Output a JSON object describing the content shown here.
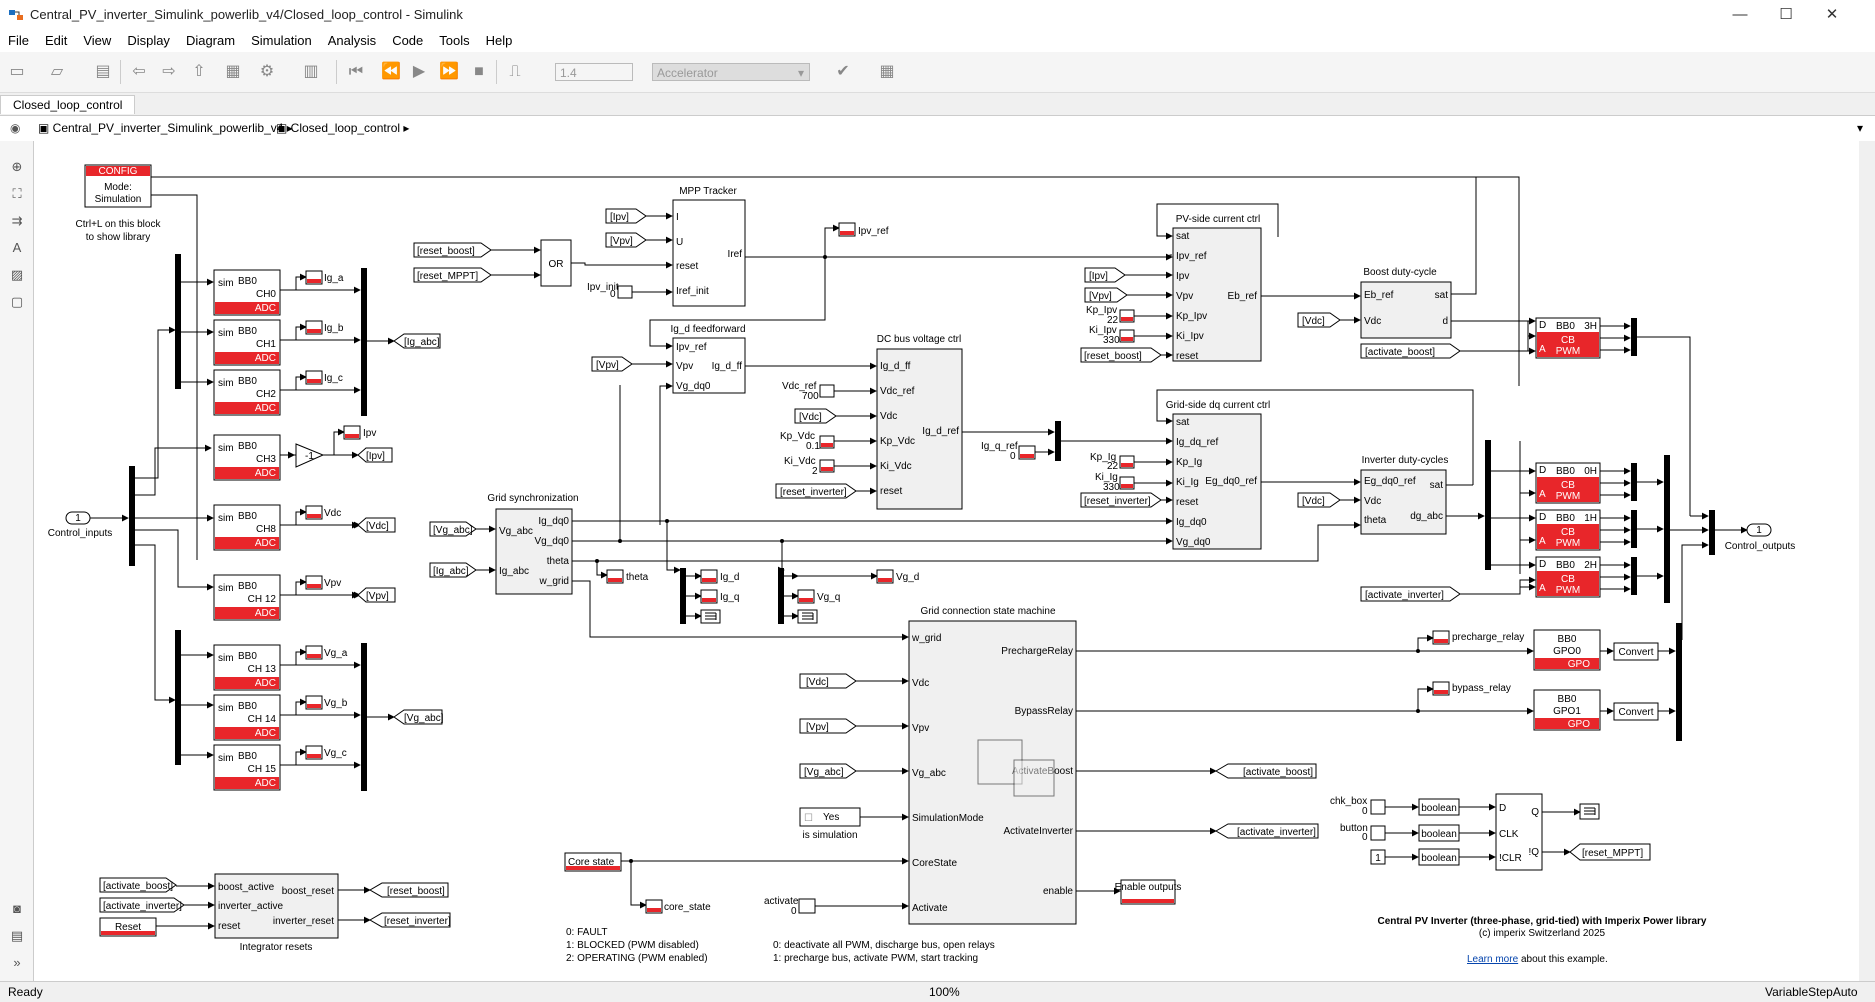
{
  "window": {
    "title": "Central_PV_inverter_Simulink_powerlib_v4/Closed_loop_control - Simulink",
    "controls": [
      "—",
      "☐",
      "✕"
    ]
  },
  "menu": [
    "File",
    "Edit",
    "View",
    "Display",
    "Diagram",
    "Simulation",
    "Analysis",
    "Code",
    "Tools",
    "Help"
  ],
  "toolbar": {
    "stop_time": "1.4",
    "sim_mode": "Accelerator"
  },
  "tab": {
    "label": "Closed_loop_control"
  },
  "breadcrumb": {
    "root": "Central_PV_inverter_Simulink_powerlib_v4",
    "child": "Closed_loop_control"
  },
  "status": {
    "left": "Ready",
    "zoom": "100%",
    "solver": "VariableStepAuto"
  },
  "diagram": {
    "config": {
      "header": "CONFIG",
      "line1": "Mode:",
      "line2": "Simulation",
      "note1": "Ctrl+L on this block",
      "note2": "to show library"
    },
    "inport": {
      "num": "1",
      "name": "Control_inputs"
    },
    "outport": {
      "num": "1",
      "name": "Control_outputs"
    },
    "adc_blocks": [
      {
        "l1": "BB0",
        "l2": "CH0",
        "sim": "sim",
        "foot": "ADC",
        "out": "Ig_a"
      },
      {
        "l1": "BB0",
        "l2": "CH1",
        "sim": "sim",
        "foot": "ADC",
        "out": "Ig_b"
      },
      {
        "l1": "BB0",
        "l2": "CH2",
        "sim": "sim",
        "foot": "ADC",
        "out": "Ig_c"
      },
      {
        "l1": "BB0",
        "l2": "CH3",
        "sim": "sim",
        "foot": "ADC",
        "out": "Ipv"
      },
      {
        "l1": "BB0",
        "l2": "CH8",
        "sim": "sim",
        "foot": "ADC",
        "out": "Vdc"
      },
      {
        "l1": "BB0",
        "l2": "CH 12",
        "sim": "sim",
        "foot": "ADC",
        "out": "Vpv"
      },
      {
        "l1": "BB0",
        "l2": "CH 13",
        "sim": "sim",
        "foot": "ADC",
        "out": "Vg_a"
      },
      {
        "l1": "BB0",
        "l2": "CH 14",
        "sim": "sim",
        "foot": "ADC",
        "out": "Vg_b"
      },
      {
        "l1": "BB0",
        "l2": "CH 15",
        "sim": "sim",
        "foot": "ADC",
        "out": "Vg_c"
      }
    ],
    "gain": "-1",
    "goto": {
      "ig_abc": "[Ig_abc]",
      "ipv": "[Ipv]",
      "vdc": "[Vdc]",
      "vpv": "[Vpv]",
      "vg_abc": "[Vg_abc]"
    },
    "mpp": {
      "title": "MPP Tracker",
      "inputs": [
        "I",
        "U",
        "reset",
        "Iref_init"
      ],
      "output": "Iref",
      "from_ipv": "[Ipv]",
      "from_vpv": "[Vpv]",
      "reset_boost": "[reset_boost]",
      "reset_mppt": "[reset_MPPT]",
      "or_label": "OR",
      "ipv_init": "Ipv_init",
      "ipv_init_val": "0",
      "ipv_ref": "Ipv_ref"
    },
    "igd_ff": {
      "title": "Ig_d feedforward",
      "inputs": [
        "Ipv_ref",
        "Vpv",
        "Vg_dq0"
      ],
      "output": "Ig_d_ff",
      "from_vpv": "[Vpv]"
    },
    "dcbus": {
      "title": "DC bus voltage ctrl",
      "inputs": [
        "Ig_d_ff",
        "Vdc_ref",
        "Vdc",
        "Kp_Vdc",
        "Ki_Vdc",
        "reset"
      ],
      "output": "Ig_d_ref",
      "vdc_ref": "Vdc_ref",
      "vdc_ref_val": "700",
      "from_vdc": "[Vdc]",
      "kp": "Kp_Vdc",
      "kp_val": "0.1",
      "ki": "Ki_Vdc",
      "ki_val": "2",
      "reset_inv": "[reset_inverter]"
    },
    "pvctrl": {
      "title": "PV-side current ctrl",
      "inputs": [
        "sat",
        "Ipv_ref",
        "Ipv",
        "Vpv",
        "Kp_Ipv",
        "Ki_Ipv",
        "reset"
      ],
      "output": "Eb_ref",
      "from_ipv": "[Ipv]",
      "from_vpv": "[Vpv]",
      "kp": "Kp_Ipv",
      "kp_val": "22",
      "ki": "Ki_Ipv",
      "ki_val": "330",
      "reset_boost": "[reset_boost]"
    },
    "boostdc": {
      "title": "Boost duty-cycle",
      "inputs": [
        "Eb_ref",
        "Vdc"
      ],
      "outputs": [
        "sat",
        "d"
      ],
      "from_vdc": "[Vdc]",
      "activate_boost": "[activate_boost]"
    },
    "gridctrl": {
      "title": "Grid-side dq current ctrl",
      "inputs": [
        "sat",
        "Ig_dq_ref",
        "Kp_Ig",
        "Ki_Ig",
        "reset",
        "Ig_dq0",
        "Vg_dq0"
      ],
      "output": "Eg_dq0_ref",
      "igq_ref": "Ig_q_ref",
      "igq_ref_val": "0",
      "kp": "Kp_Ig",
      "kp_val": "22",
      "ki": "Ki_Ig",
      "ki_val": "330",
      "reset_inv": "[reset_inverter]"
    },
    "invdc": {
      "title": "Inverter duty-cycles",
      "inputs": [
        "Eg_dq0_ref",
        "Vdc",
        "theta"
      ],
      "outputs": [
        "sat",
        "dg_abc"
      ],
      "from_vdc": "[Vdc]",
      "activate_inverter": "[activate_inverter]"
    },
    "gridsync": {
      "title": "Grid synchronization",
      "inputs": [
        "Vg_abc",
        "Ig_abc"
      ],
      "outputs": [
        "Ig_dq0",
        "Vg_dq0",
        "theta",
        "w_grid"
      ],
      "from_vg": "[Vg_abc]",
      "from_ig": "[Ig_abc]",
      "theta": "theta"
    },
    "scopes": {
      "ig_d": "Ig_d",
      "ig_q": "Ig_q",
      "vg_q": "Vg_q",
      "vg_d": "Vg_d"
    },
    "pwm_blocks": [
      {
        "l1": "BB0",
        "l2": "3H",
        "foot1": "CB",
        "foot2": "PWM"
      },
      {
        "l1": "BB0",
        "l2": "0H",
        "foot1": "CB",
        "foot2": "PWM"
      },
      {
        "l1": "BB0",
        "l2": "1H",
        "foot1": "CB",
        "foot2": "PWM"
      },
      {
        "l1": "BB0",
        "l2": "2H",
        "foot1": "CB",
        "foot2": "PWM"
      }
    ],
    "pwm_ports": [
      "D",
      "",
      "A"
    ],
    "sm": {
      "title": "Grid connection state machine",
      "inputs": [
        "w_grid",
        "Vdc",
        "Vpv",
        "Vg_abc",
        "SimulationMode",
        "CoreState",
        "Activate"
      ],
      "outputs": [
        "PrechargeRelay",
        "BypassRelay",
        "ActivateBoost",
        "ActivateInverter",
        "enable"
      ],
      "from_vdc": "[Vdc]",
      "from_vpv": "[Vpv]",
      "from_vg": "[Vg_abc]",
      "yes": "Yes",
      "is_sim": "is simulation",
      "core_state": "Core state",
      "core_state_scope": "core_state",
      "activate": "activate",
      "activate_val": "0",
      "goto_boost": "[activate_boost]",
      "goto_inv": "[activate_inverter]",
      "enable": "Enable outputs"
    },
    "gpo": [
      {
        "l1": "BB0",
        "l2": "GPO0",
        "foot": "GPO",
        "scope": "precharge_relay",
        "conv": "Convert"
      },
      {
        "l1": "BB0",
        "l2": "GPO1",
        "foot": "GPO",
        "scope": "bypass_relay",
        "conv": "Convert"
      }
    ],
    "flipflop": {
      "inputs": [
        "D",
        "CLK",
        "!CLR"
      ],
      "outputs": [
        "Q",
        "!Q"
      ],
      "chk_box": "chk_box",
      "chk_val": "0",
      "button": "button",
      "button_val": "0",
      "const": "1",
      "conv": "boolean",
      "goto_reset": "[reset_MPPT]"
    },
    "intreset": {
      "title": "Integrator resets",
      "inputs": [
        "boost_active",
        "inverter_active",
        "reset"
      ],
      "outputs": [
        "boost_reset",
        "inverter_reset"
      ],
      "from_ab": "[activate_boost]",
      "from_ai": "[activate_inverter]",
      "reset": "Reset",
      "goto_rb": "[reset_boost]",
      "goto_ri": "[reset_inverter]"
    },
    "notes": {
      "core": [
        "0: FAULT",
        "1: BLOCKED (PWM disabled)",
        "2: OPERATING (PWM enabled)"
      ],
      "activate": [
        "0: deactivate all PWM, discharge bus, open relays",
        "1: precharge bus, activate PWM, start tracking"
      ],
      "footer_title": "Central PV Inverter (three-phase, grid-tied) with Imperix Power library",
      "footer_copy": "(c) imperix Switzerland 2025",
      "learn_more": "Learn more",
      "about": " about this example."
    }
  },
  "colors": {
    "imperix_red": "#e8262a",
    "wire": "#000000",
    "block_fill": "#f0f0f0"
  }
}
